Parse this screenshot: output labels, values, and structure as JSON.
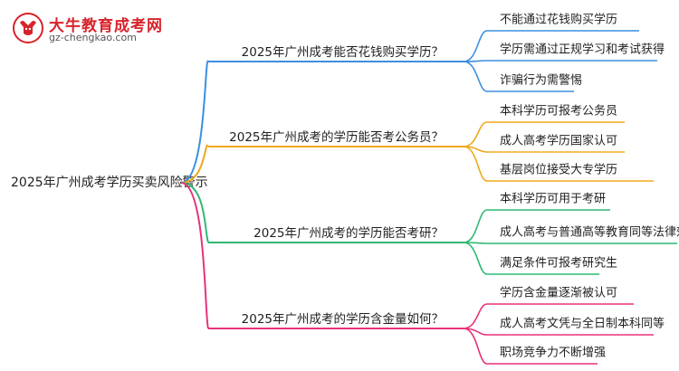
{
  "logo": {
    "name": "大牛教育成考网",
    "url": "gz-chengkao.com"
  },
  "mindmap": {
    "root": "2025年广州成考学历买卖风险警示",
    "branches": [
      {
        "label": "2025年广州成考能否花钱购买学历？",
        "color": "#3b8fe0",
        "leaves": [
          "不能通过花钱购买学历",
          "学历需通过正规学习和考试获得",
          "诈骗行为需警惕"
        ]
      },
      {
        "label": "2025年广州成考的学历能否考公务员？",
        "color": "#f0a81c",
        "leaves": [
          "本科学历可报考公务员",
          "成人高考学历国家认可",
          "基层岗位接受大专学历"
        ]
      },
      {
        "label": "2025年广州成考的学历能否考研？",
        "color": "#2fb874",
        "leaves": [
          "本科学历可用于考研",
          "成人高考与普通高等教育同等法律效力",
          "满足条件可报考研究生"
        ]
      },
      {
        "label": "2025年广州成考的学历含金量如何？",
        "color": "#e8327a",
        "leaves": [
          "学历含金量逐渐被认可",
          "成人高考文凭与全日制本科同等",
          "职场竞争力不断增强"
        ]
      }
    ]
  }
}
